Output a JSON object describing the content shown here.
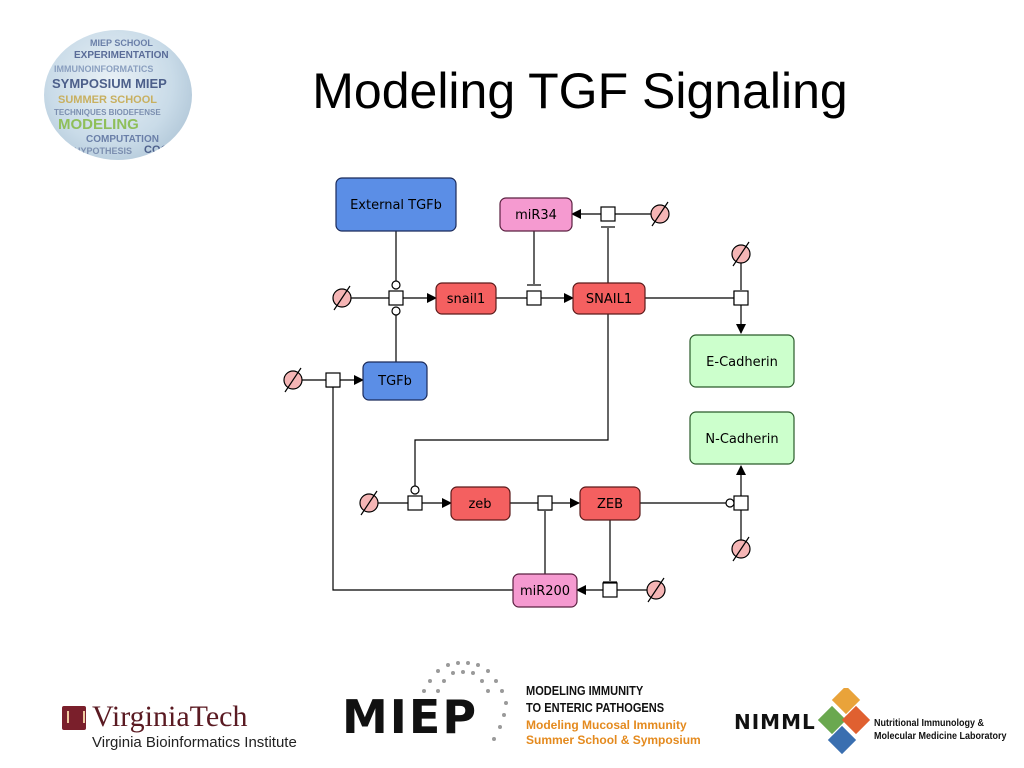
{
  "slide": {
    "title": "Modeling TGF Signaling"
  },
  "symposium_logo": {
    "words": [
      "MIEP SCHOOL",
      "EXPERIMENTATION",
      "IMMUNOINFORMATICS",
      "SYMPOSIUM MIEP",
      "SUMMER SCHOOL",
      "TECHNIQUES BIODEFENSE",
      "MODELING",
      "COMPUTATION",
      "HYPOTHESIS",
      "COO"
    ]
  },
  "diagram": {
    "nodes": {
      "external_tgfb": "External TGFb",
      "mir34": "miR34",
      "snail1": "snail1",
      "snail1_protein": "SNAIL1",
      "e_cadherin": "E-Cadherin",
      "tgfb": "TGFb",
      "n_cadherin": "N-Cadherin",
      "zeb": "zeb",
      "zeb_protein": "ZEB",
      "mir200": "miR200"
    },
    "colors": {
      "blue_node": "#5b8ee6",
      "pink_node": "#f59ad0",
      "red_node": "#f46060",
      "green_node": "#ccffcc",
      "degradation_symbol": "#f5b5b5"
    }
  },
  "footer": {
    "vt_name": "VirginiaTech",
    "vt_subtitle": "Virginia Bioinformatics Institute",
    "miep_word": "MIEP",
    "miep_line1": "MODELING IMMUNITY",
    "miep_line2": "TO ENTERIC PATHOGENS",
    "miep_line3": "Modeling Mucosal Immunity",
    "miep_line4": "Summer School & Symposium",
    "nimml_word": "NIMML",
    "nimml_line1": "Nutritional Immunology &",
    "nimml_line2": "Molecular Medicine Laboratory"
  }
}
